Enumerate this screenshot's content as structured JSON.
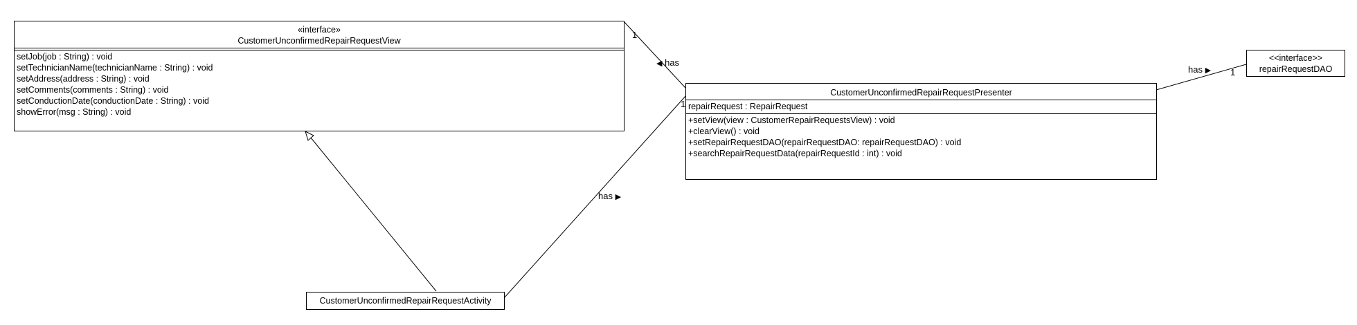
{
  "classes": {
    "view": {
      "stereotype": "«interface»",
      "name": "CustomerUnconfirmedRepairRequestView",
      "operations": [
        "setJob(job : String) : void",
        "setTechnicianName(technicianName : String) : void",
        "setAddress(address : String) : void",
        "setComments(comments : String) : void",
        "setConductionDate(conductionDate : String) : void",
        "showError(msg : String) : void"
      ]
    },
    "presenter": {
      "name": "CustomerUnconfirmedRepairRequestPresenter",
      "attributes": [
        "repairRequest : RepairRequest"
      ],
      "operations": [
        "+setView(view : CustomerRepairRequestsView) : void",
        "+clearView() : void",
        "+setRepairRequestDAO(repairRequestDAO: repairRequestDAO) : void",
        "+searchRepairRequestData(repairRequestId : int) : void"
      ]
    },
    "dao": {
      "stereotype": "<<interface>>",
      "name": "repairRequestDAO"
    },
    "activity": {
      "name": "CustomerUnconfirmedRepairRequestActivity"
    }
  },
  "associations": {
    "presenter_view": {
      "label": "has",
      "arrow": "◀",
      "multiplicity_view": "1",
      "multiplicity_presenter": "1"
    },
    "activity_presenter": {
      "label": "has",
      "arrow": "▶"
    },
    "presenter_dao": {
      "label": "has",
      "arrow": "▶",
      "multiplicity_dao": "1"
    }
  }
}
